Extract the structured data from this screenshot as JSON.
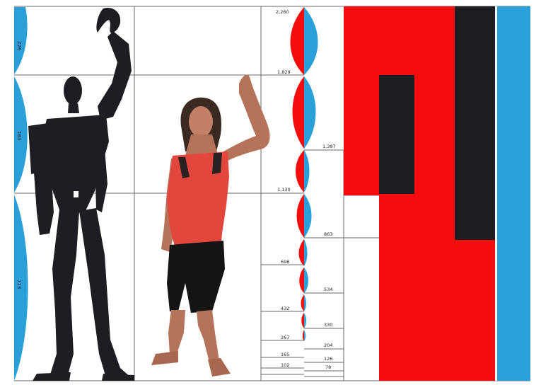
{
  "colors": {
    "red": "#f50c0c",
    "black": "#1d1d24",
    "blue": "#2a9fd8",
    "line": "#6a6a6a",
    "skin": "#b5735a",
    "swimsuit": "#e2463c",
    "leggings": "#141414"
  },
  "left_blue_labels": [
    "226",
    "183",
    "113"
  ],
  "scale_left_labels": [
    "2,260",
    "1,829",
    "1,130",
    "698",
    "432",
    "267",
    "165",
    "102"
  ],
  "scale_right_labels": [
    "1,397",
    "863",
    "534",
    "330",
    "204",
    "126",
    "78"
  ],
  "icons": {
    "modulor": "modulor-silhouette",
    "woman": "woman-photo"
  }
}
